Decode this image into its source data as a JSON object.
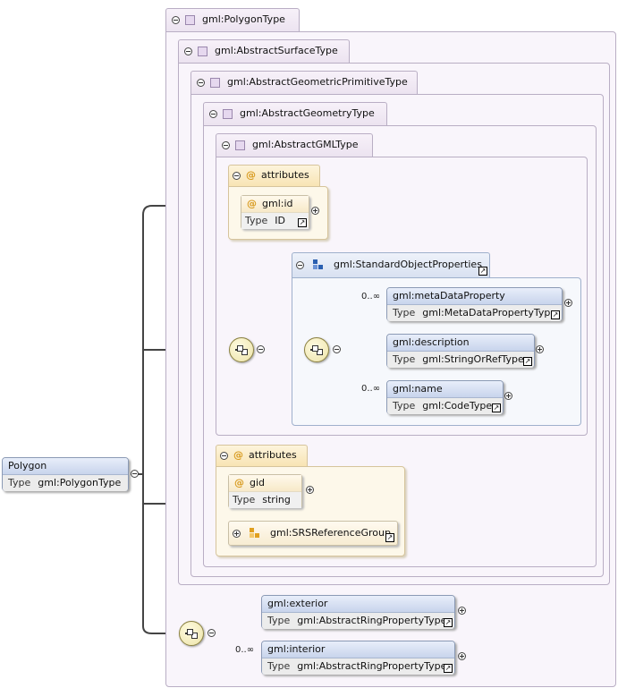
{
  "root": {
    "name": "Polygon",
    "type_key": "Type",
    "type_value": "gml:PolygonType"
  },
  "types": {
    "polygon": "gml:PolygonType",
    "surface": "gml:AbstractSurfaceType",
    "primitive": "gml:AbstractGeometricPrimitiveType",
    "geometry": "gml:AbstractGeometryType",
    "gml": "gml:AbstractGMLType"
  },
  "attributes_label": "attributes",
  "gml_attrs": {
    "name": "gml:id",
    "type_key": "Type",
    "type_value": "ID"
  },
  "std_group": {
    "name": "gml:StandardObjectProperties",
    "elements": [
      {
        "name": "gml:metaDataProperty",
        "type_key": "Type",
        "type_value": "gml:MetaDataPropertyType",
        "card": "0..∞"
      },
      {
        "name": "gml:description",
        "type_key": "Type",
        "type_value": "gml:StringOrRefType",
        "card": ""
      },
      {
        "name": "gml:name",
        "type_key": "Type",
        "type_value": "gml:CodeType",
        "card": "0..∞"
      }
    ]
  },
  "geom_attrs": {
    "name": "gid",
    "type_key": "Type",
    "type_value": "string",
    "group": "gml:SRSReferenceGroup"
  },
  "polygon_elements": [
    {
      "name": "gml:exterior",
      "type_key": "Type",
      "type_value": "gml:AbstractRingPropertyType",
      "card": ""
    },
    {
      "name": "gml:interior",
      "type_key": "Type",
      "type_value": "gml:AbstractRingPropertyType",
      "card": "0..∞"
    }
  ],
  "colors": {
    "type_border": "#b9aec4",
    "element_header": "#c8d4ec",
    "attribute_header": "#f8e4b4"
  }
}
